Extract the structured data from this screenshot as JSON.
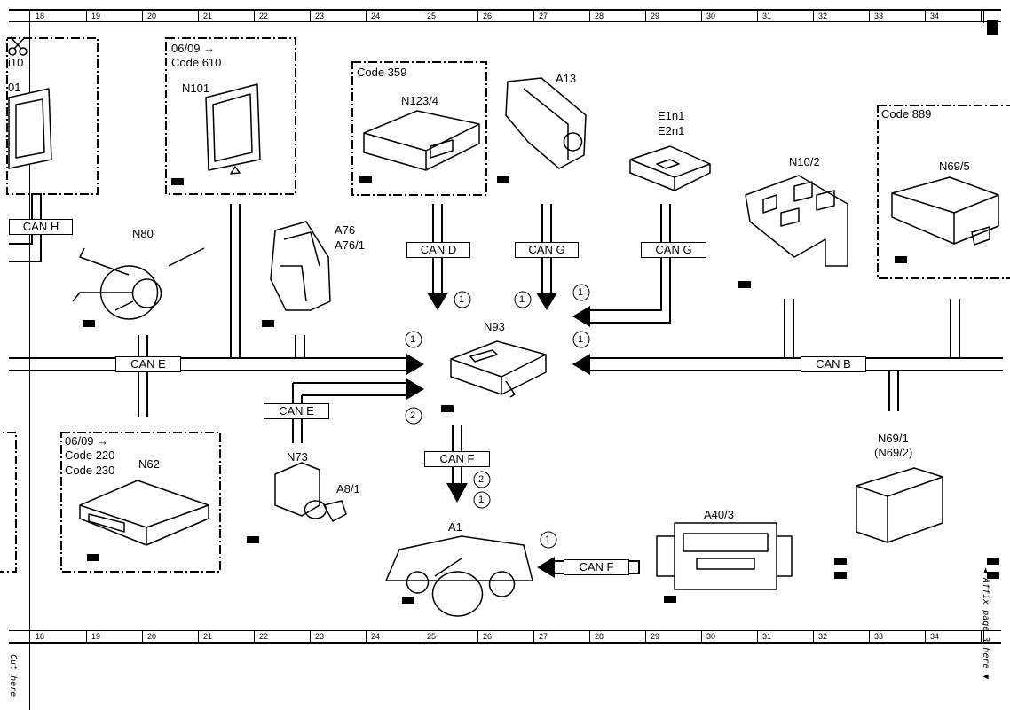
{
  "ruler": {
    "cells": [
      "18",
      "19",
      "20",
      "21",
      "22",
      "23",
      "24",
      "25",
      "26",
      "27",
      "28",
      "29",
      "30",
      "31",
      "32",
      "33",
      "34"
    ]
  },
  "side_text": {
    "left": "Cut here",
    "right": "◄ Affix page 3 here ▼"
  },
  "components": {
    "frag_10": "i10",
    "frag_01": "01",
    "n101_note_date": "06/09 →",
    "n101_note_code": "Code 610",
    "n101": "N101",
    "n123_code": "Code 359",
    "n123": "N123/4",
    "a13": "A13",
    "e1n1": "E1n1",
    "e2n1": "E2n1",
    "n10_2": "N10/2",
    "n69_5_code": "Code 889",
    "n69_5": "N69/5",
    "n80": "N80",
    "a76": "A76",
    "a76_1": "A76/1",
    "n93": "N93",
    "n62_note_date": "06/09 →",
    "n62_note_code1": "Code 220",
    "n62_note_code2": "Code 230",
    "n62": "N62",
    "n73": "N73",
    "a8_1": "A8/1",
    "a1": "A1",
    "a40_3": "A40/3",
    "n69_1": "N69/1",
    "n69_2": "(N69/2)"
  },
  "buses": {
    "can_h": "CAN H",
    "can_d": "CAN D",
    "can_g1": "CAN G",
    "can_g2": "CAN G",
    "can_e1": "CAN E",
    "can_e2": "CAN E",
    "can_b": "CAN B",
    "can_f1": "CAN F",
    "can_f2": "CAN F"
  },
  "markers": {
    "one": "1",
    "two": "2"
  }
}
